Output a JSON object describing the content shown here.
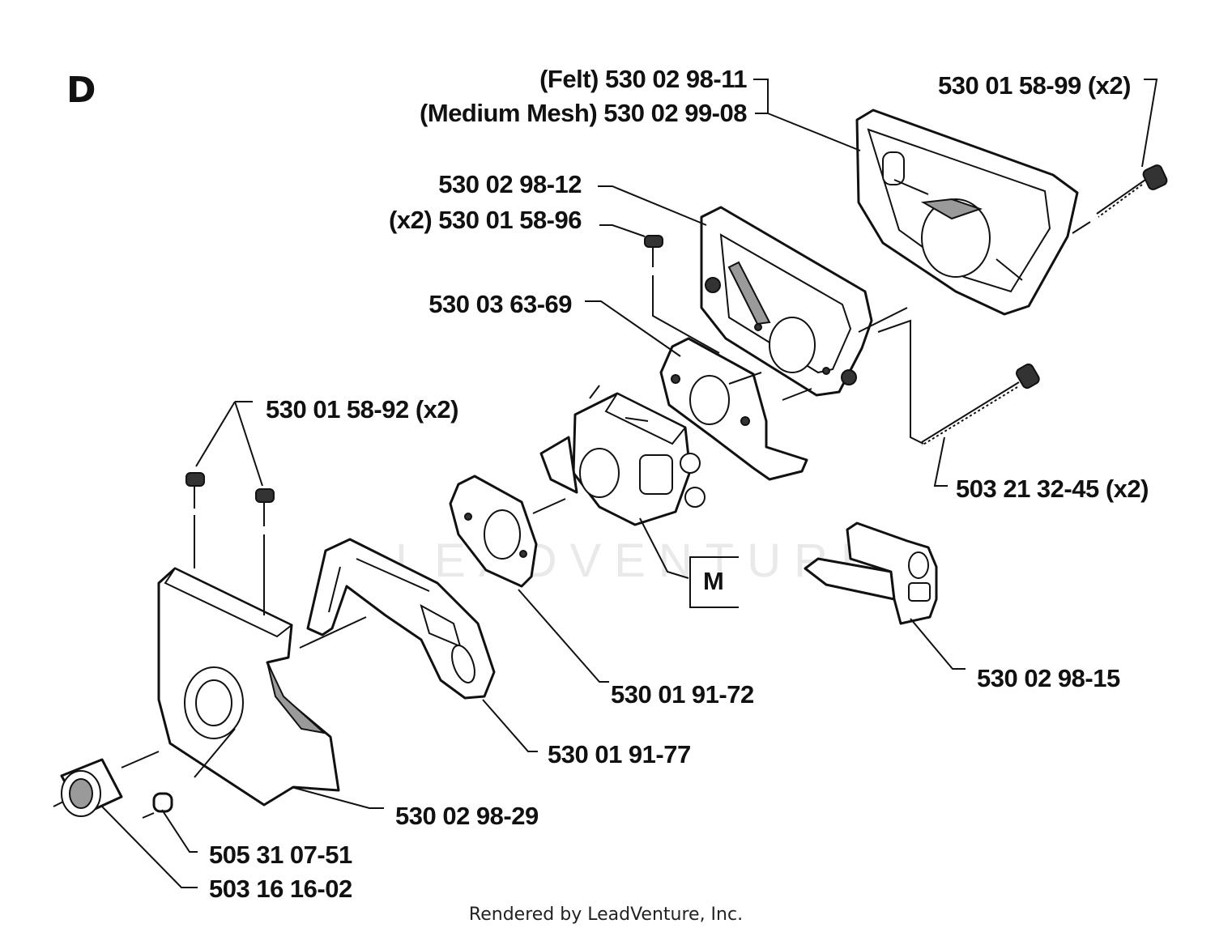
{
  "section_letter": "D",
  "watermark": "LEADVENTURE",
  "footer": "Rendered by LeadVenture, Inc.",
  "kit_marker": "M",
  "labels": {
    "felt": "(Felt) 530 02 98-11",
    "medium_mesh": "(Medium Mesh) 530 02 99-08",
    "screw_top_right": "530 01 58-99 (x2)",
    "filter_holder": "530 02 98-12",
    "screw_x2": "(x2) 530 01 58-96",
    "gasket": "530 03 63-69",
    "screw_left": "530 01 58-92 (x2)",
    "long_screw": "503 21 32-45 (x2)",
    "spacer_gasket": "530 01 91-72",
    "choke_part": "530 02 98-15",
    "bracket": "530 01 91-77",
    "carb_housing": "530 02 98-29",
    "nut": "505 31 07-51",
    "bushing": "503 16 16-02"
  }
}
